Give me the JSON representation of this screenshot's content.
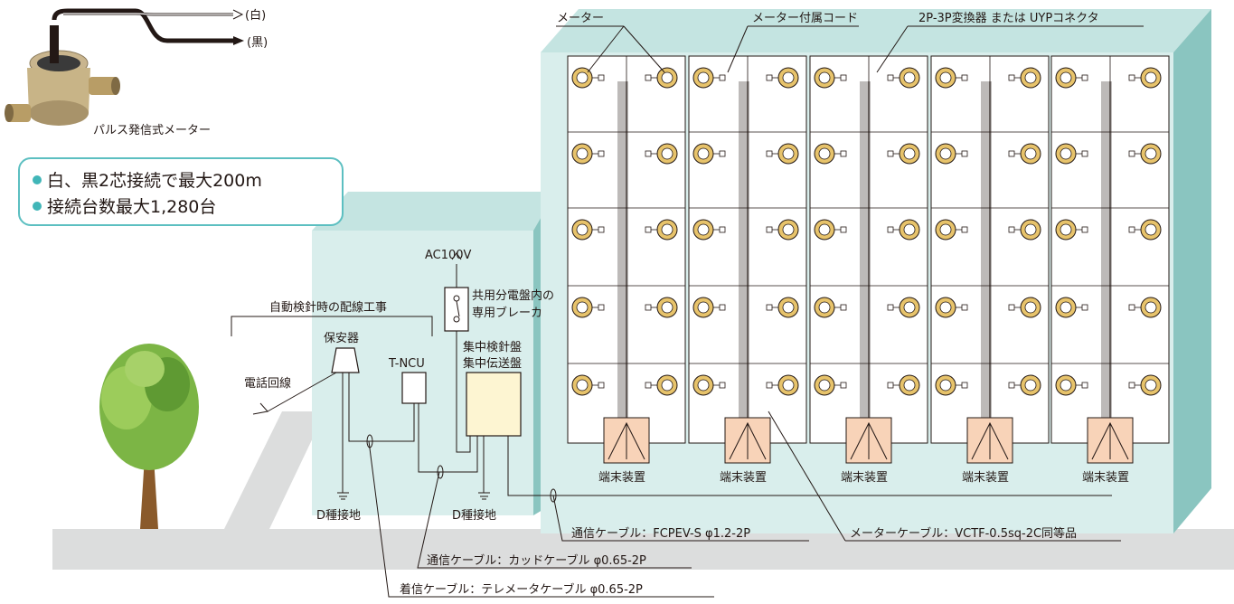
{
  "top_left": {
    "wire_white": "(白)",
    "wire_black": "(黒)",
    "meter_caption": "パルス発信式メーター"
  },
  "callout": {
    "items": [
      {
        "text": "白、黒2芯接続で最大200m"
      },
      {
        "text": "接続台数最大1,280台"
      }
    ]
  },
  "labels": {
    "meter": "メーター",
    "meter_cord": "メーター付属コード",
    "converter": "2P-3P変換器 または UYPコネクタ",
    "ac100v": "AC100V",
    "breaker_line1": "共用分電盤内の",
    "breaker_line2": "専用ブレーカ",
    "wiring_work": "自動検針時の配線工事",
    "protector": "保安器",
    "tncu": "T-NCU",
    "central_line1": "集中検針盤",
    "central_line2": "集中伝送盤",
    "phone_line": "電話回線",
    "ground_left": "D種接地",
    "ground_right": "D種接地",
    "terminal": "端末装置",
    "comm_cable_1": "通信ケーブル：FCPEV-S φ1.2-2P",
    "meter_cable": "メーターケーブル：VCTF-0.5sq-2C同等品",
    "comm_cable_2": "通信ケーブル：カッドケーブル φ0.65-2P",
    "incoming_cable": "着信ケーブル：テレメータケーブル φ0.65-2P"
  },
  "colors": {
    "building_face": "#d9eeec",
    "building_side": "#8ac5c0",
    "building_top": "#c4e4e1",
    "ground": "#dcdddd",
    "terminal_fill": "#f8d3b8",
    "panel_fill": "#fdf5d2",
    "callout_border": "#5cbfc1",
    "bullet": "#41b6b8",
    "meter_gold": "#e7c36b",
    "tree_green": "#7cb545"
  }
}
